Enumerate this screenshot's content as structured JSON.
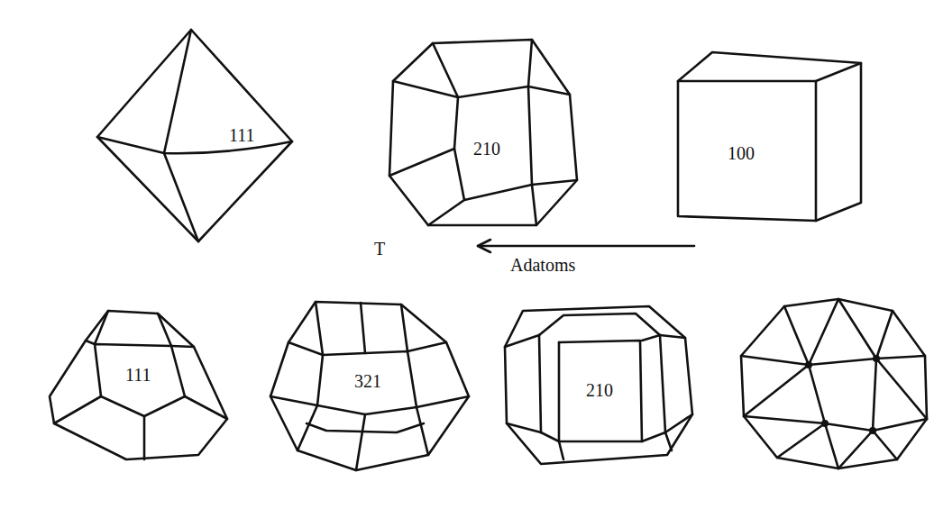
{
  "diagram": {
    "labels": [
      "111",
      "210",
      "100",
      "T",
      "Adatoms",
      "111",
      "321",
      "210"
    ]
  }
}
